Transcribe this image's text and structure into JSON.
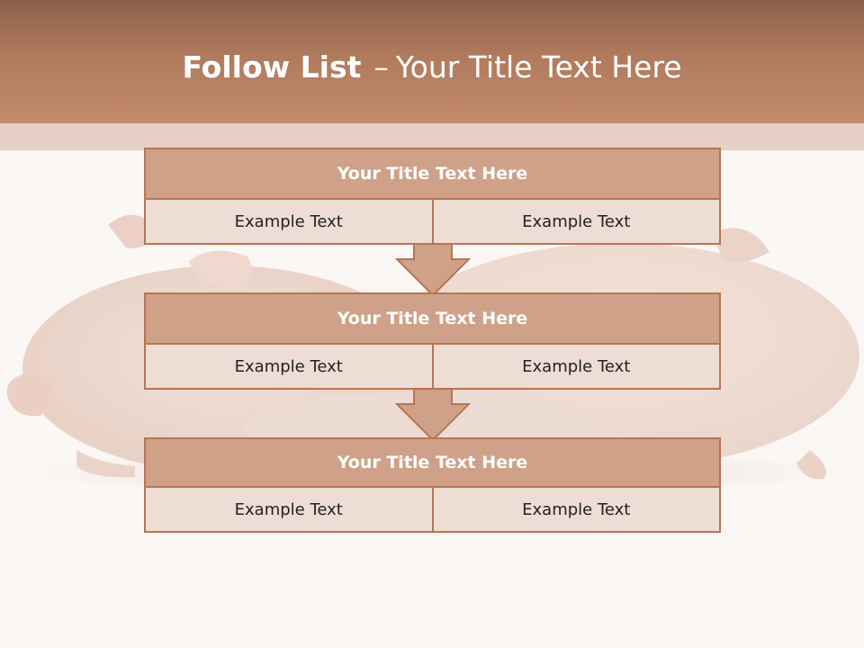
{
  "slide": {
    "title_bold": "Follow List",
    "title_separator": "–",
    "title_rest": "Your Title Text Here"
  },
  "colors": {
    "header": "#b07a5d",
    "subband": "#e6cfc4",
    "block_title_fill": "#cfa188",
    "block_cell_fill": "#eeddd5",
    "border": "#b77552",
    "background": "#fbf7f4"
  },
  "background_image": "sleeping-piglets",
  "blocks": [
    {
      "title": "Your Title Text Here",
      "cells": [
        "Example Text",
        "Example Text"
      ]
    },
    {
      "title": "Your Title Text Here",
      "cells": [
        "Example Text",
        "Example Text"
      ]
    },
    {
      "title": "Your Title Text Here",
      "cells": [
        "Example Text",
        "Example Text"
      ]
    }
  ],
  "connectors": [
    "down-arrow-icon",
    "down-arrow-icon"
  ]
}
